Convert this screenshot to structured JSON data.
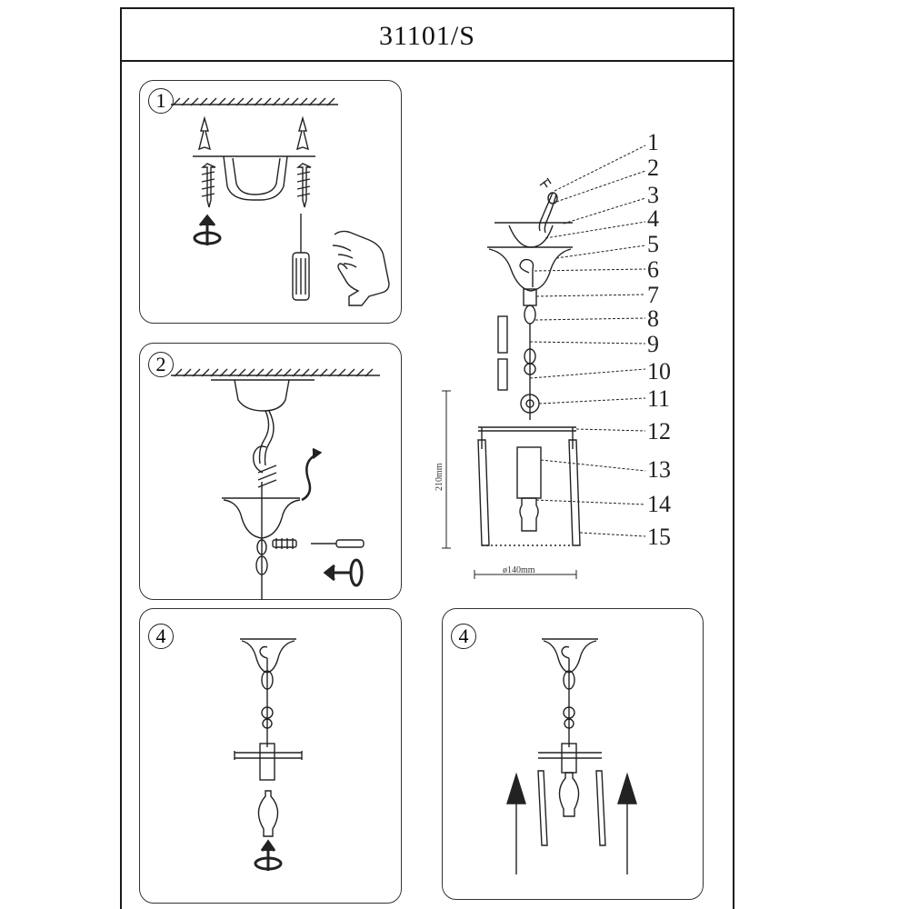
{
  "title": "31101/S",
  "steps": {
    "p1": "1",
    "p2": "2",
    "p3": "4",
    "p4": "4"
  },
  "callouts": [
    "1",
    "2",
    "3",
    "4",
    "5",
    "6",
    "7",
    "8",
    "9",
    "10",
    "11",
    "12",
    "13",
    "14",
    "15"
  ],
  "dimensions": {
    "height": "210mm",
    "diameter": "ø140mm"
  },
  "colors": {
    "line": "#222222",
    "background": "#ffffff"
  }
}
